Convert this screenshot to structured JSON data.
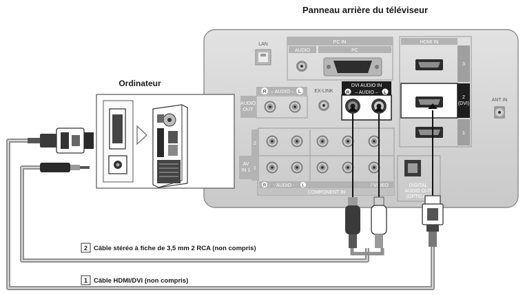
{
  "title": "Panneau arrière du téléviseur",
  "computer_label": "Ordinateur",
  "panel": {
    "lan": "LAN",
    "pc_in": "PC IN",
    "audio": "AUDIO",
    "pc": "PC",
    "audio_lr": "– AUDIO –",
    "audio_out_1": "AUDIO",
    "audio_out_2": "OUT",
    "ex_link": "EX-LINK",
    "dvi_audio_in": "DVI AUDIO IN",
    "hdmi_in": "HDMI IN",
    "hdmi_3": "3",
    "hdmi_2": "2",
    "hdmi_2_dvi": "(DVI)",
    "hdmi_1": "1",
    "ant_in": "ANT IN",
    "av_in_1": "AV",
    "av_in_2": "IN 1",
    "row_2": "2",
    "row_1": "1",
    "audio_bottom": "- AUDIO -",
    "video_bottom": "/ VIDEO",
    "component_in": "COMPONENT IN",
    "digital_1": "DIGITAL",
    "digital_2": "AUDIO OUT",
    "digital_3": "(OPTICAL)"
  },
  "cables": [
    {
      "number": "2",
      "label": "Câble stéréo à fiche de 3,5 mm 2 RCA (non compris)"
    },
    {
      "number": "1",
      "label": "Câble HDMI/DVI (non compris)"
    }
  ]
}
